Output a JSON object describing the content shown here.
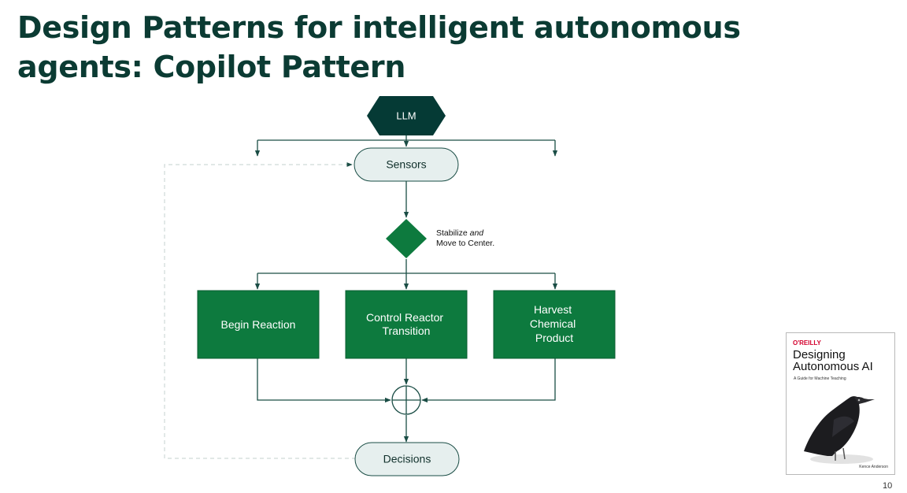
{
  "title": {
    "line1": "Design Patterns for intelligent autonomous",
    "line2": "agents: Copilot Pattern"
  },
  "diagram": {
    "llm_label": "LLM",
    "sensors_label": "Sensors",
    "decision_note_line1_pre": "Stabilize ",
    "decision_note_line1_em": "and",
    "decision_note_line2": "Move to Center.",
    "box1_lines": [
      "Begin Reaction"
    ],
    "box2_lines": [
      "Control Reactor",
      "Transition"
    ],
    "box3_lines": [
      "Harvest",
      "Chemical",
      "Product"
    ],
    "decisions_label": "Decisions"
  },
  "book": {
    "publisher": "O'REILLY",
    "title_line1": "Designing",
    "title_line2": "Autonomous AI",
    "subtitle": "A Guide for Machine Teaching",
    "author": "Kence Anderson"
  },
  "page_number": "10",
  "colors": {
    "title": "#0b3b33",
    "llm_fill": "#053a35",
    "box_fill": "#0d7a3e",
    "pill_fill": "#e6efee",
    "line": "#1a4d45"
  }
}
